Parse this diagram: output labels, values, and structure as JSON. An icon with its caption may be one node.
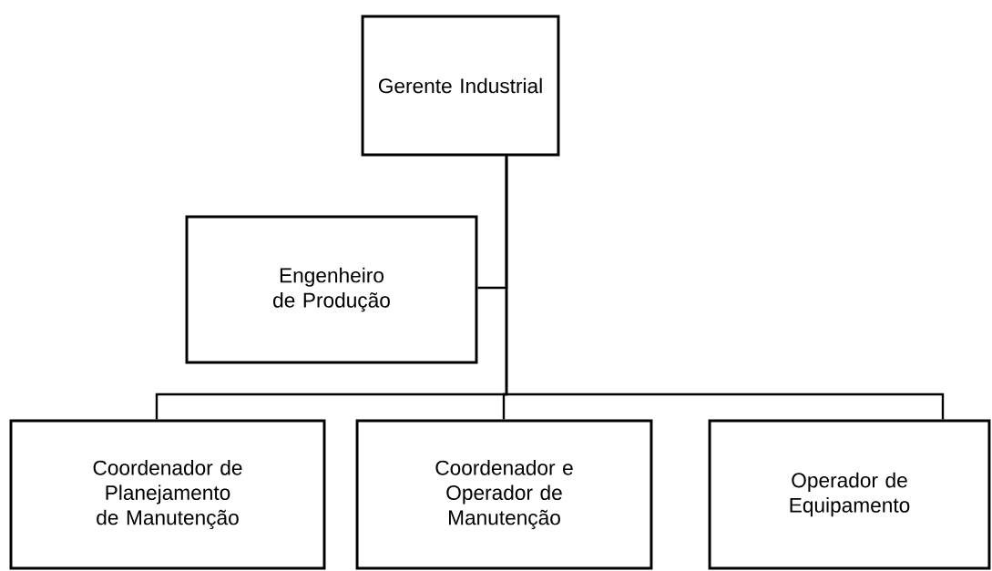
{
  "diagram": {
    "nodes": [
      {
        "text": [
          "Gerente Industrial"
        ]
      },
      {
        "text": [
          "Engenheiro de Produção"
        ]
      },
      {
        "text": [
          "Coordenador de Planejamento de Manutenção"
        ]
      },
      {
        "text": [
          "Coordenador e Operador de Manutenção"
        ]
      },
      {
        "text": [
          "Operador de Equipamento"
        ]
      }
    ],
    "edges": [
      {
        "from": 0,
        "to": 1,
        "arrow": "none"
      },
      {
        "from": 0,
        "to": 2,
        "arrow": "none"
      },
      {
        "from": 0,
        "to": 3,
        "arrow": "none"
      },
      {
        "from": 0,
        "to": 4,
        "arrow": "none"
      }
    ]
  }
}
